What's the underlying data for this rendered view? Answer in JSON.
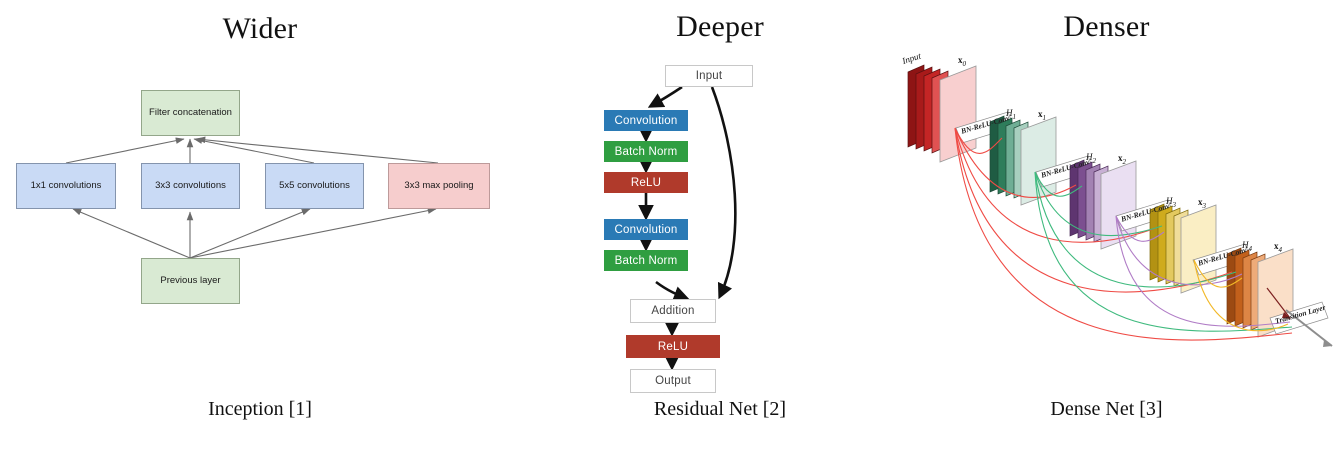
{
  "panels": [
    {
      "key": "inception",
      "title": "Wider",
      "caption": "Inception [1]",
      "nodes": {
        "top": "Filter concatenation",
        "b1": "1x1 convolutions",
        "b2": "3x3 convolutions",
        "b3": "5x5 convolutions",
        "b4": "3x3 max pooling",
        "bottom": "Previous layer"
      },
      "colors": {
        "green_fill": "#d9ead3",
        "blue_fill": "#c9daf5",
        "red_fill": "#f6cdcd",
        "edge": "#6b6b6b"
      }
    },
    {
      "key": "resnet",
      "title": "Deeper",
      "caption": "Residual Net [2]",
      "nodes": {
        "input": "Input",
        "conv1": "Convolution",
        "bn1": "Batch Norm",
        "relu1": "ReLU",
        "conv2": "Convolution",
        "bn2": "Batch Norm",
        "addition": "Addition",
        "relu2": "ReLU",
        "output": "Output"
      },
      "colors": {
        "conv": "#2a7ab5",
        "bn": "#2f9e41",
        "relu": "#b03a2b",
        "plain": "#ffffff",
        "edge": "#111111"
      }
    },
    {
      "key": "densenet",
      "title": "Denser",
      "caption": "Dense Net [3]",
      "labels": {
        "input": "Input",
        "x0": "x0",
        "h1": "H1",
        "x1": "x1",
        "h2": "H2",
        "x2": "x2",
        "h3": "H3",
        "x3": "x3",
        "h4": "H4",
        "x4": "x4",
        "op": "BN-ReLU-Conv",
        "transition": "Transition Layer"
      },
      "block_colors": [
        "#c0392b",
        "#2e7d5b",
        "#7b4a8c",
        "#c9a227",
        "#d2691e"
      ],
      "edge_colors": [
        "#e8413a",
        "#3cb878",
        "#b07cc6",
        "#f5b countries"
      ]
    }
  ],
  "densenet_blocks": [
    {
      "name": "input-block",
      "label_top": "Input",
      "label_x": "x0",
      "color": "#b71c1c",
      "pale": "#f6c6c6"
    },
    {
      "name": "block-1",
      "label_top": "H1",
      "label_x": "x1",
      "color": "#2e7d5b",
      "pale": "#d3e8de"
    },
    {
      "name": "block-2",
      "label_top": "H2",
      "label_x": "x2",
      "color": "#6d3f82",
      "pale": "#e3d4ec"
    },
    {
      "name": "block-3",
      "label_top": "H3",
      "label_x": "x3",
      "color": "#c8a415",
      "pale": "#f8ecc0"
    },
    {
      "name": "block-4",
      "label_top": "H4",
      "label_x": "x4",
      "color": "#c2601b",
      "pale": "#f8d8be"
    }
  ]
}
